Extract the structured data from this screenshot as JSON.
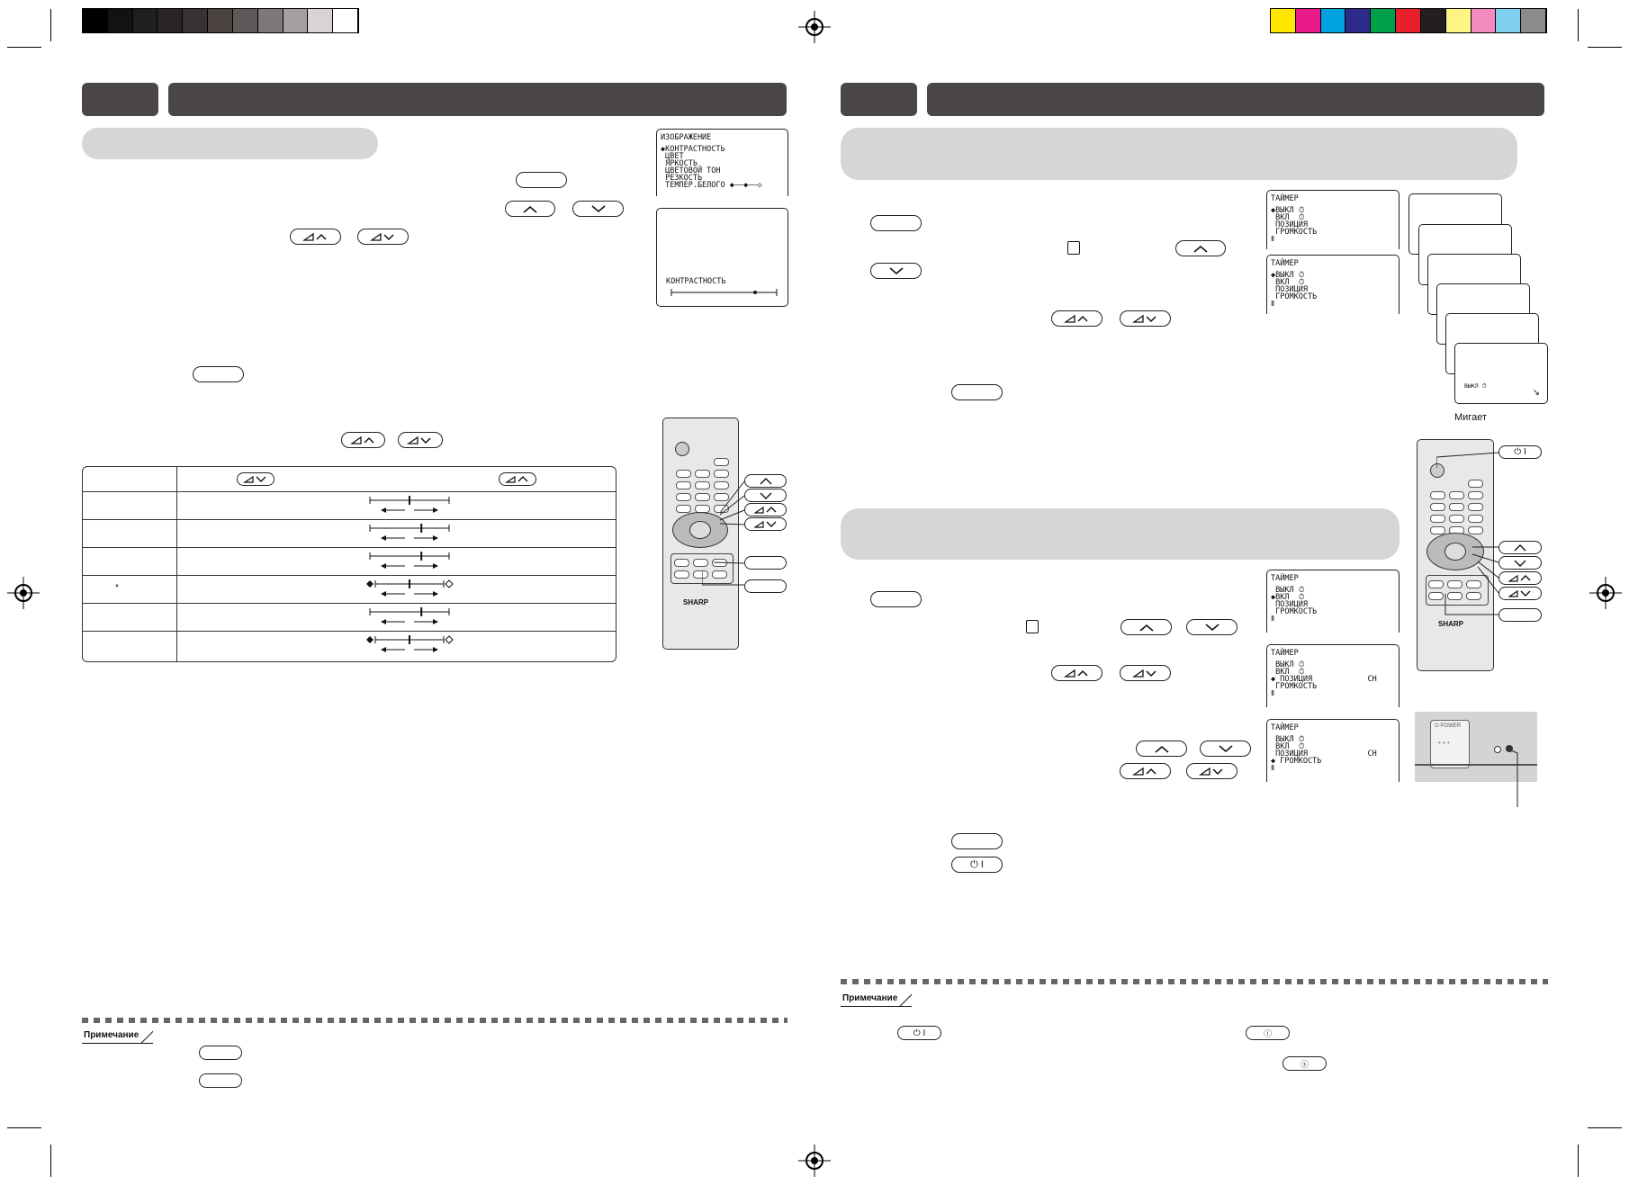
{
  "colors": {
    "gray_bar": [
      "#000000",
      "#121212",
      "#1f1f1f",
      "#2b2424",
      "#3a3232",
      "#4a4141",
      "#5f5858",
      "#807878",
      "#a59f9f",
      "#d8d4d4",
      "#ffffff"
    ],
    "color_bar": [
      "#ffe600",
      "#e8198b",
      "#00a3e0",
      "#2d2a8c",
      "#00a04a",
      "#e8202a",
      "#231f20",
      "#fff584",
      "#f38ac0",
      "#7fd0ef",
      "#8c8c8c"
    ],
    "header": "#4a4646",
    "pill": "#d6d6d6"
  },
  "left": {
    "osd_picture": {
      "title": "ИЗОБРАЖЕНИЕ",
      "items": [
        "◆КОНТРАСТНОСТЬ",
        " ЦВЕТ",
        " ЯРКОСТЬ",
        " ЦВЕТОВОЙ ТОН",
        " РЕЗКОСТЬ",
        " ТЕМПЕР.БЕЛОГО ◆——◆——◇"
      ]
    },
    "osd_contrast": {
      "label": "КОНТРАСТНОСТЬ"
    },
    "table_rows": 6,
    "star_mark": "*",
    "note_label": "Примечание"
  },
  "right": {
    "timer_osd_1": {
      "title": "ТАЙМЕР",
      "items": [
        "◆ВЫКЛ ⏱",
        " ВКЛ  ⏱",
        " ПОЗИЦИЯ",
        " ГРОМКОСТЬ",
        "Ⅱ"
      ]
    },
    "timer_osd_2": {
      "title": "ТАЙМЕР",
      "items": [
        "◆ВЫКЛ ⏱",
        " ВКЛ  ⏱",
        " ПОЗИЦИЯ",
        " ГРОМКОСТЬ",
        "Ⅱ"
      ]
    },
    "timer_osd_3": {
      "title": "ТАЙМЕР",
      "items": [
        " ВЫКЛ ⏱",
        "◆ВКЛ  ⏱",
        " ПОЗИЦИЯ",
        " ГРОМКОСТЬ",
        "Ⅱ"
      ]
    },
    "timer_osd_4": {
      "title": "ТАЙМЕР",
      "items": [
        " ВЫКЛ ⏱",
        " ВКЛ  ⏱",
        "◆ ПОЗИЦИЯ            CH",
        " ГРОМКОСТЬ",
        "Ⅱ"
      ]
    },
    "timer_osd_5": {
      "title": "ТАЙМЕР",
      "items": [
        " ВЫКЛ ⏱",
        " ВКЛ  ⏱",
        " ПОЗИЦИЯ             CH",
        "◆ ГРОМКОСТЬ",
        "Ⅱ"
      ]
    },
    "cascade_label": "ВЫКЛ ⏱",
    "blink_label": "Мигает",
    "remote_brand": "SHARP",
    "power_label": "⏻ POWER",
    "note_label": "Примечание"
  }
}
